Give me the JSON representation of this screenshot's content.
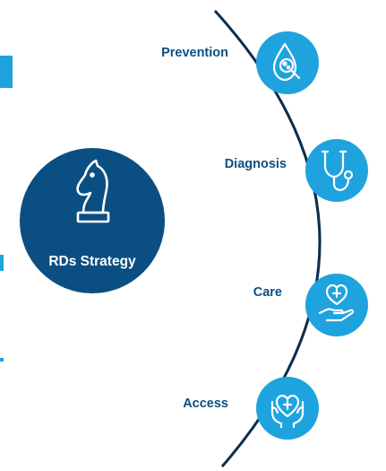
{
  "center": {
    "label": "RDs Strategy",
    "icon": "knight-chess-icon"
  },
  "steps": [
    {
      "label": "Prevention",
      "icon": "drop-magnifier-icon"
    },
    {
      "label": "Diagnosis",
      "icon": "stethoscope-icon"
    },
    {
      "label": "Care",
      "icon": "hand-heart-icon"
    },
    {
      "label": "Access",
      "icon": "hands-heart-icon"
    }
  ],
  "colors": {
    "dark_blue": "#0b4f82",
    "light_blue": "#1fa3de",
    "arc": "#0d2d4f"
  }
}
